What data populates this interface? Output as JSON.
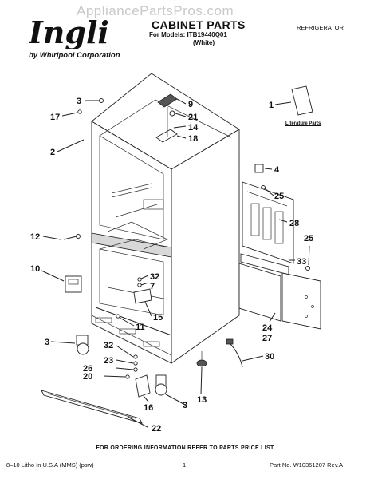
{
  "watermark": "AppliancePartsPros.com",
  "brand": {
    "logo_text": "Inglis",
    "byline": "by Whirlpool Corporation"
  },
  "header": {
    "title": "CABINET PARTS",
    "models": "For Models: ITB19440Q01",
    "variant": "(White)",
    "category": "REFRIGERATOR"
  },
  "literature_label": "Literature Parts",
  "callouts": {
    "c1": "1",
    "c2": "2",
    "c3a": "3",
    "c3b": "3",
    "c3c": "3",
    "c4": "4",
    "c7": "7",
    "c9": "9",
    "c10": "10",
    "c11": "11",
    "c12": "12",
    "c13": "13",
    "c14": "14",
    "c15": "15",
    "c16": "16",
    "c17": "17",
    "c18": "18",
    "c20": "20",
    "c21": "21",
    "c22": "22",
    "c23": "23",
    "c24": "24",
    "c25a": "25",
    "c25b": "25",
    "c26": "26",
    "c27": "27",
    "c28": "28",
    "c30": "30",
    "c32a": "32",
    "c32b": "32",
    "c33": "33"
  },
  "footer": {
    "ordering_note": "FOR ORDERING INFORMATION REFER TO PARTS PRICE LIST",
    "litho": "8–10 Litho In U.S.A (MMS) (psw)",
    "page": "1",
    "part_no": "Part No. W10351207 Rev.A"
  }
}
